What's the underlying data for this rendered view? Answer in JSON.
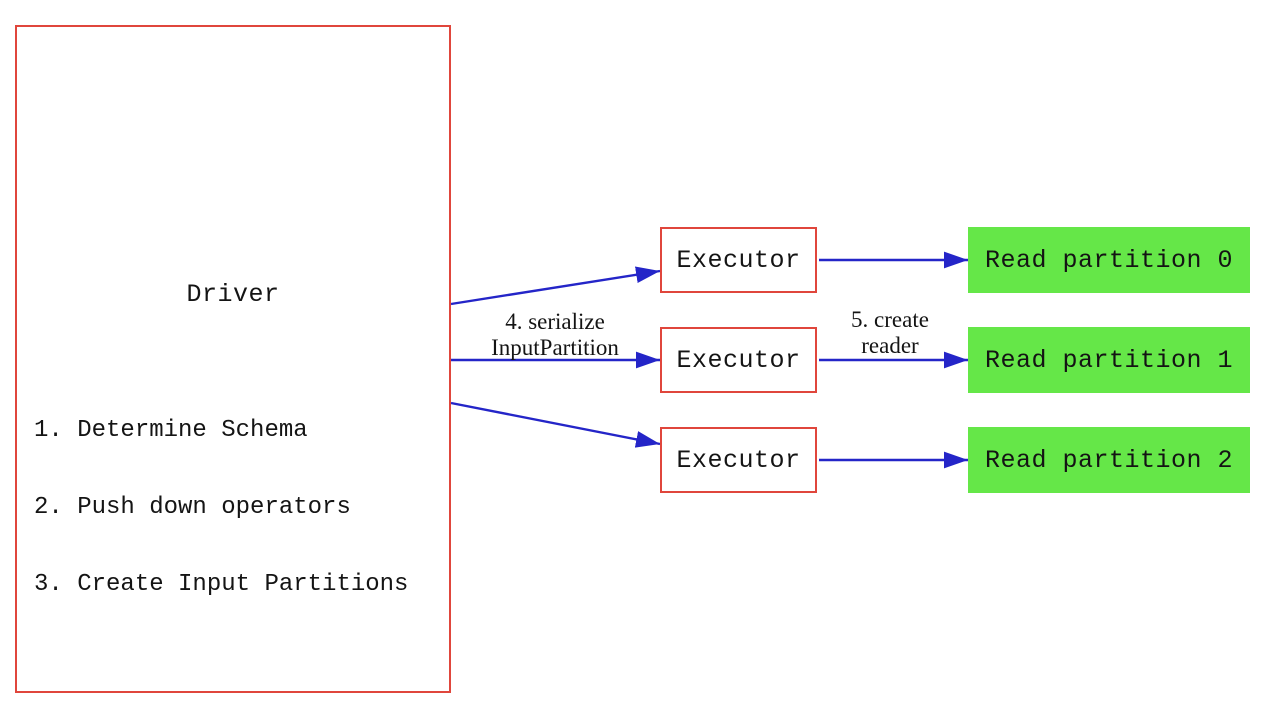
{
  "colors": {
    "red": "#e0463c",
    "green": "#65e748",
    "blue": "#2425c8",
    "text": "#141414",
    "background": "#ffffff"
  },
  "driver": {
    "title": "Driver",
    "steps": [
      "1. Determine Schema",
      "2. Push down operators",
      "3. Create Input Partitions"
    ]
  },
  "executors": [
    {
      "label": "Executor"
    },
    {
      "label": "Executor"
    },
    {
      "label": "Executor"
    }
  ],
  "partitions": [
    {
      "label": "Read partition 0"
    },
    {
      "label": "Read partition 1"
    },
    {
      "label": "Read partition 2"
    }
  ],
  "edge_labels": {
    "serialize": {
      "line1": "4. serialize",
      "line2": "InputPartition"
    },
    "create_reader": {
      "line1": "5. create",
      "line2": "reader"
    }
  }
}
